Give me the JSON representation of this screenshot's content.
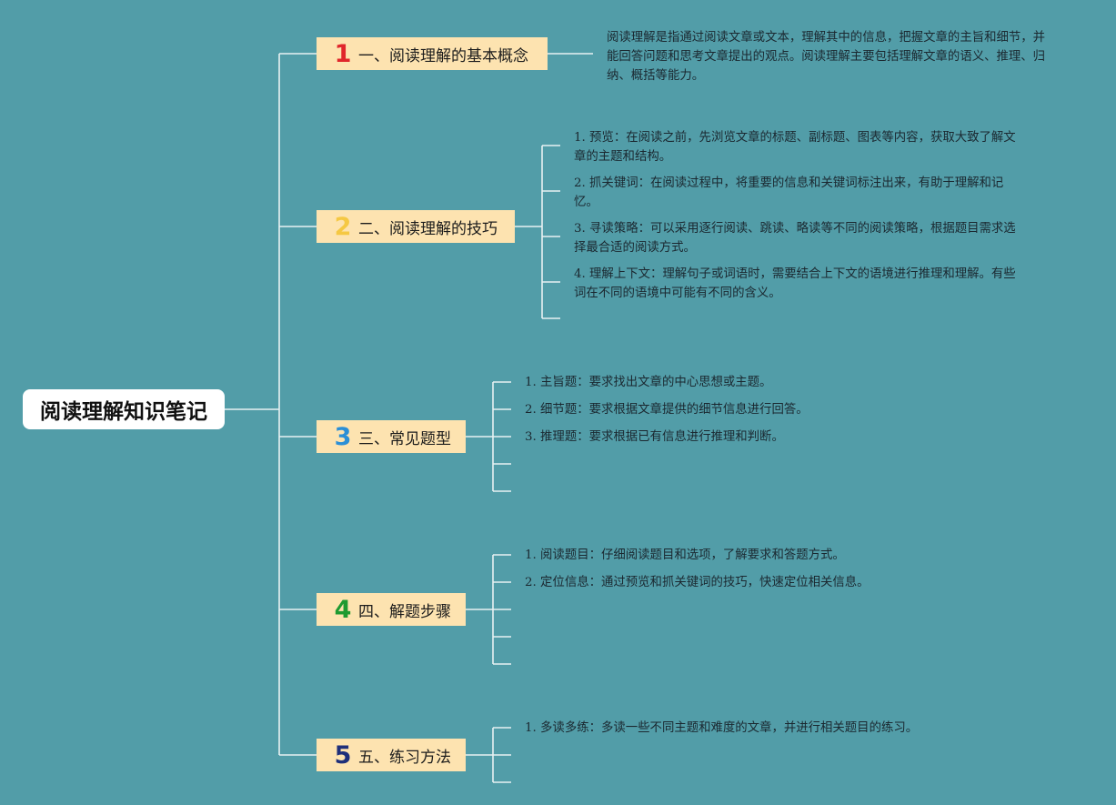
{
  "root": {
    "title": "阅读理解知识笔记"
  },
  "colors": {
    "background": "#529da8",
    "topic_fill": "#fde3b0",
    "connector": "#e8f1f2",
    "num1": "#e0262b",
    "num2": "#f5c843",
    "num3": "#2b8fd6",
    "num4": "#1e9a30",
    "num5": "#1e2f7a"
  },
  "topics": [
    {
      "num": "1",
      "label": "一、阅读理解的基本概念",
      "notes": [
        "阅读理解是指通过阅读文章或文本，理解其中的信息，把握文章的主旨和细节，并能回答问题和思考文章提出的观点。阅读理解主要包括理解文章的语义、推理、归纳、概括等能力。"
      ]
    },
    {
      "num": "2",
      "label": "二、阅读理解的技巧",
      "notes": [
        "1. 预览：在阅读之前，先浏览文章的标题、副标题、图表等内容，获取大致了解文章的主题和结构。",
        "2. 抓关键词：在阅读过程中，将重要的信息和关键词标注出来，有助于理解和记忆。",
        "3. 寻读策略：可以采用逐行阅读、跳读、略读等不同的阅读策略，根据题目需求选择最合适的阅读方式。",
        "4. 理解上下文：理解句子或词语时，需要结合上下文的语境进行推理和理解。有些词在不同的语境中可能有不同的含义。"
      ]
    },
    {
      "num": "3",
      "label": "三、常见题型",
      "notes": [
        "1. 主旨题：要求找出文章的中心思想或主题。",
        "2. 细节题：要求根据文章提供的细节信息进行回答。",
        "3. 推理题：要求根据已有信息进行推理和判断。"
      ]
    },
    {
      "num": "4",
      "label": "四、解题步骤",
      "notes": [
        "1. 阅读题目：仔细阅读题目和选项，了解要求和答题方式。",
        "2. 定位信息：通过预览和抓关键词的技巧，快速定位相关信息。"
      ]
    },
    {
      "num": "5",
      "label": "五、练习方法",
      "notes": [
        "1. 多读多练：多读一些不同主题和难度的文章，并进行相关题目的练习。"
      ]
    }
  ]
}
